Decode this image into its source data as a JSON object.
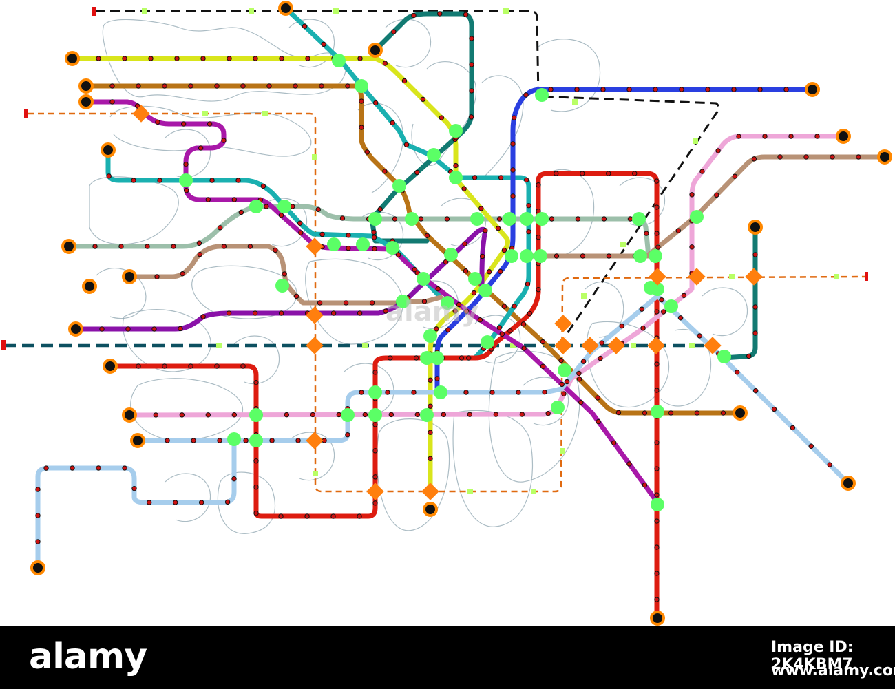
{
  "brand": "alamy",
  "image_id": "Image ID: 2K4KBM7",
  "site": "www.alamy.com",
  "watermark": "alamy",
  "colors": {
    "background": "#ffffff",
    "footer": "#000000",
    "interchange": "#5bff66",
    "station_dot": "#cc1111",
    "terminal_outline": "#ff8800",
    "diamond": "#ff7f0e",
    "underlay": "#8fa6b0"
  },
  "lines": [
    {
      "id": "yellow",
      "color": "#d9e51c"
    },
    {
      "id": "ochre",
      "color": "#b87316"
    },
    {
      "id": "teal",
      "color": "#1ab0b0"
    },
    {
      "id": "darkgreen",
      "color": "#127a72"
    },
    {
      "id": "blue",
      "color": "#2a3fe0"
    },
    {
      "id": "red",
      "color": "#dd1c10"
    },
    {
      "id": "pink",
      "color": "#eea6d8"
    },
    {
      "id": "tan",
      "color": "#b89276"
    },
    {
      "id": "sage",
      "color": "#9cbfaa"
    },
    {
      "id": "purple",
      "color": "#8a12a8"
    },
    {
      "id": "magenta",
      "color": "#a818a8"
    },
    {
      "id": "lightblue",
      "color": "#a6cdec"
    },
    {
      "id": "brown",
      "color": "#a87636"
    },
    {
      "id": "orange-dashed",
      "color": "#e06a10"
    },
    {
      "id": "navy-dashed",
      "color": "#0c5060"
    },
    {
      "id": "black-dashed",
      "color": "#111111"
    }
  ]
}
